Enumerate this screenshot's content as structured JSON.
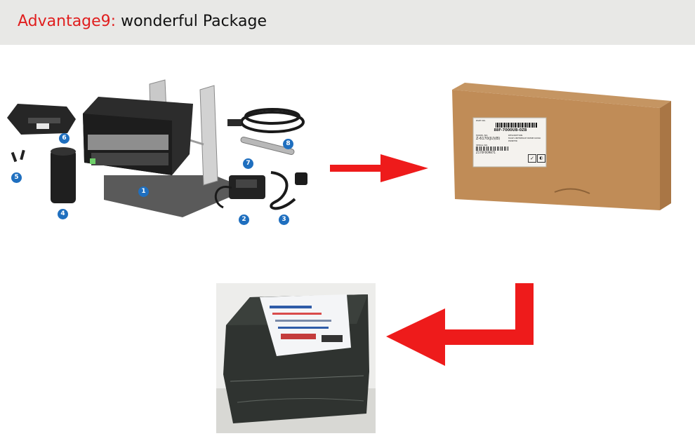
{
  "header": {
    "title_prefix": "Advantage9:",
    "title_rest": " wonderful Package",
    "accent_color": "#e01e1e",
    "band_color": "#e8e8e6"
  },
  "parts_photo": {
    "callouts": [
      "1",
      "2",
      "3",
      "4",
      "5",
      "6",
      "7",
      "8"
    ],
    "callout_color": "#1f6fbf"
  },
  "box_label": {
    "part_no_caption": "PART NO.",
    "part_no": "88F-7000UB-0ZB",
    "model_caption": "MODEL NO.",
    "model_value": "Z-6170(JU)(B)",
    "serial_caption": "SERIAL NO.",
    "serial_value": "Z170F009871",
    "description_caption": "DESCRIPTION",
    "description_value": "MULTI-INTERFACE 80MM KIOSK PRINTER"
  },
  "arrows": {
    "color": "#ee1b1b"
  }
}
